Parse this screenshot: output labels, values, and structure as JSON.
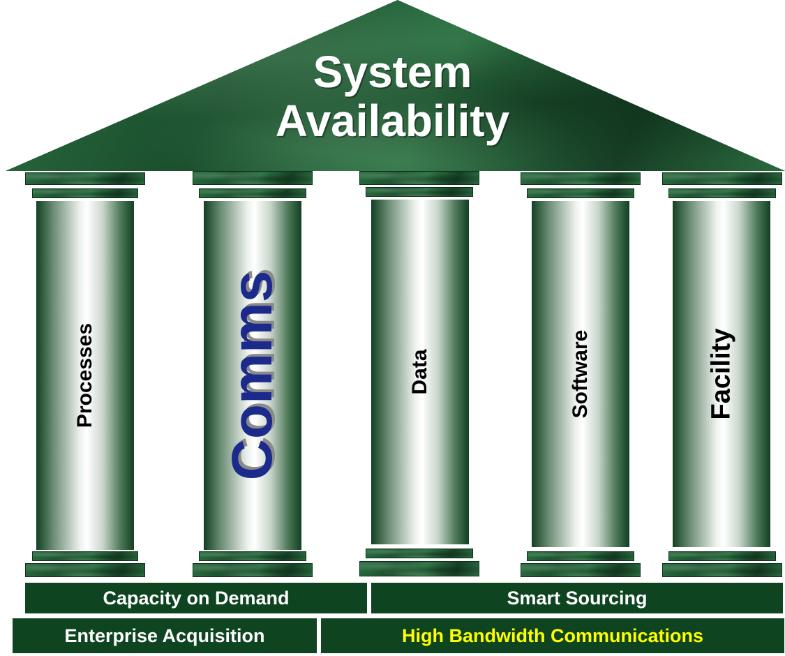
{
  "roof": {
    "title_line1": "System",
    "title_line2": "Availability"
  },
  "pillars": [
    {
      "label": "Processes"
    },
    {
      "label": "Comms"
    },
    {
      "label": "Data"
    },
    {
      "label": "Software"
    },
    {
      "label": "Facility"
    }
  ],
  "foundation": {
    "row1": {
      "left": "Capacity on Demand",
      "right": "Smart Sourcing"
    },
    "row2": {
      "left": "Enterprise Acquisition",
      "right": "High Bandwidth Communications"
    }
  },
  "colors": {
    "marble_green": "#1f5a34",
    "band_green": "#0f4421",
    "comms_blue": "#1c2a8c",
    "highlight_yellow": "#ffff00"
  }
}
